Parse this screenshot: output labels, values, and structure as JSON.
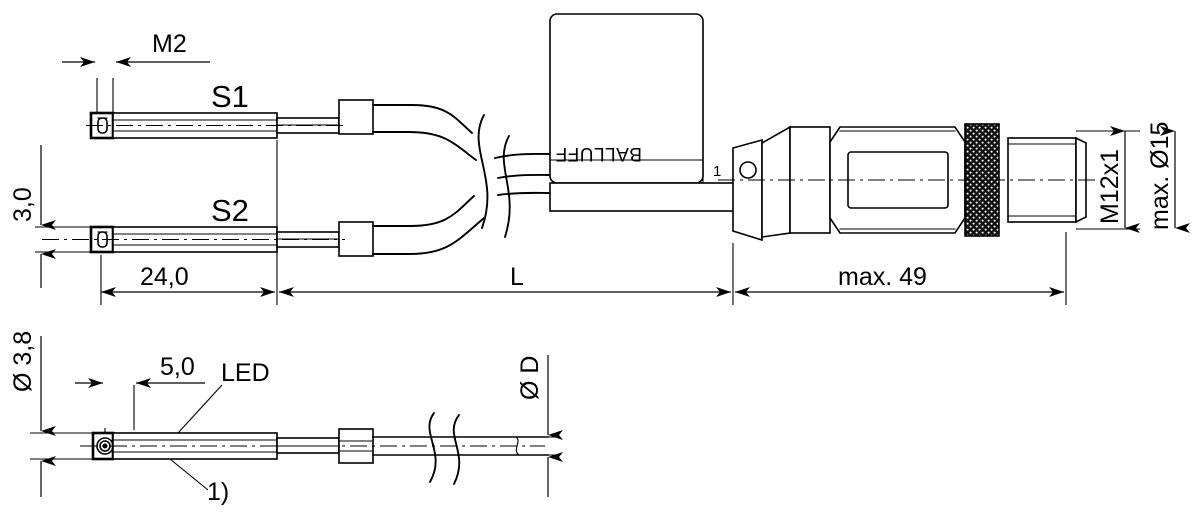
{
  "drawing": {
    "title": "Balluff sensor dimensional drawing",
    "views": {
      "top": {
        "name": "fork-sensor-assembly-view",
        "labels": {
          "sensor_1": "S1",
          "sensor_2": "S2",
          "brand": "BALLUFF",
          "pin_marker": "1"
        },
        "dimensions": {
          "thread": "M2",
          "height_3_0": "3,0",
          "length_24_0": "24,0",
          "cable_length": "L",
          "connector_length": "max. 49",
          "thread_m12": "M12x1",
          "diameter_15": "max.  Ø15"
        }
      },
      "bottom": {
        "name": "single-probe-detail-view",
        "labels": {
          "led": "LED",
          "footnote_ref": "1)"
        },
        "dimensions": {
          "diameter_3_8": "Ø 3,8",
          "offset_5_0": "5,0",
          "cable_diameter": "Ø D"
        }
      }
    },
    "colors": {
      "line": "#000000",
      "background": "#ffffff"
    }
  }
}
